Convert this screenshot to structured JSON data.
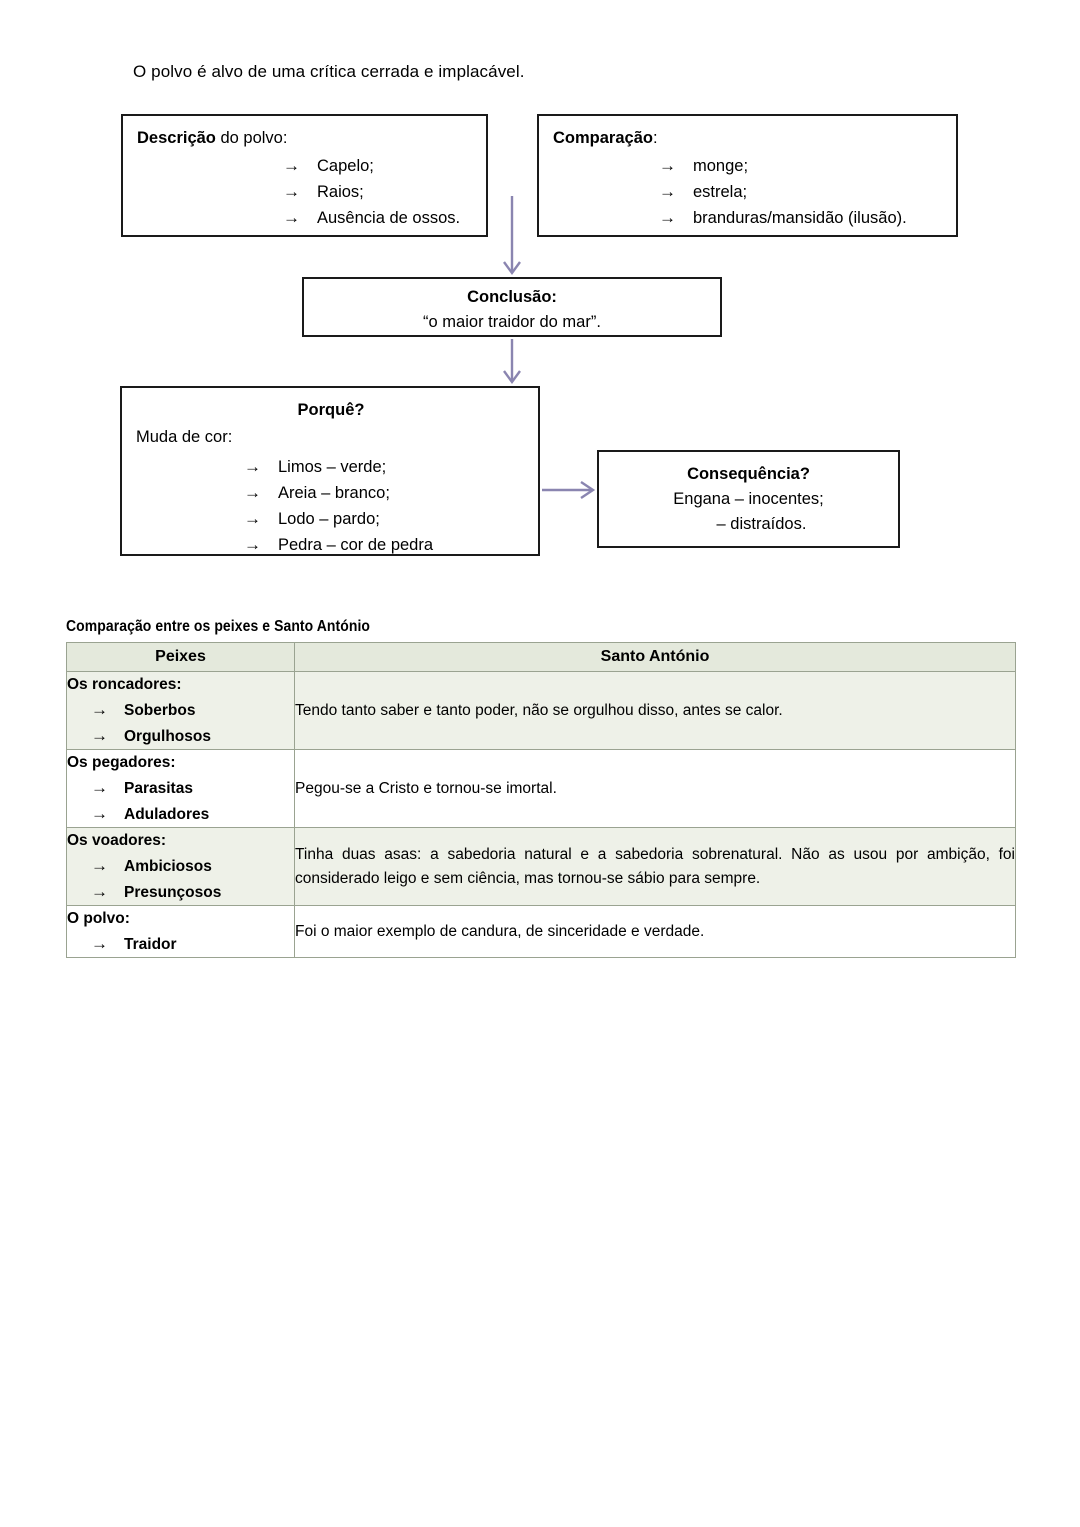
{
  "document": {
    "intro": "O polvo é alvo de uma crítica cerrada e implacável."
  },
  "flowchart": {
    "arrow_color": "#8a85b0",
    "box_border_color": "#1a1a1a",
    "boxes": {
      "descricao": {
        "head": "Descrição",
        "head_rest": " do polvo:",
        "items": [
          "Capelo;",
          "Raios;",
          "Ausência de ossos."
        ]
      },
      "comparacao": {
        "head": "Comparação",
        "head_rest": ":",
        "items": [
          "monge;",
          "estrela;",
          "branduras/mansidão (ilusão)."
        ]
      },
      "conclusao": {
        "head": "Conclusão:",
        "text": "“o maior traidor do mar”."
      },
      "porque": {
        "head": "Porquê?",
        "sub": "Muda de cor:",
        "items": [
          "Limos – verde;",
          "Areia – branco;",
          "Lodo – pardo;",
          "Pedra – cor de pedra"
        ]
      },
      "consequencia": {
        "head": "Consequência?",
        "line1": "Engana – inocentes;",
        "line2": "– distraídos."
      }
    },
    "arrow_glyph": "→"
  },
  "table_section": {
    "title": "Comparação entre os peixes e Santo António",
    "header_bg": "#e4e9dc",
    "columns": [
      "Peixes",
      "Santo António"
    ],
    "rows": [
      {
        "fish_title": "Os roncadores:",
        "fish_items": [
          "Soberbos",
          "Orgulhosos"
        ],
        "saint": "Tendo tanto saber e tanto poder, não se orgulhou disso, antes se calor.",
        "tinted": true,
        "justified": false
      },
      {
        "fish_title": "Os pegadores:",
        "fish_items": [
          "Parasitas",
          "Aduladores"
        ],
        "saint": "Pegou-se a Cristo e tornou-se imortal.",
        "tinted": false,
        "justified": false
      },
      {
        "fish_title": "Os voadores:",
        "fish_items": [
          "Ambiciosos",
          "Presunçosos"
        ],
        "saint": "Tinha duas asas: a sabedoria natural e a sabedoria sobrenatural. Não as usou por ambição, foi considerado leigo e sem ciência, mas tornou-se sábio para sempre.",
        "tinted": true,
        "justified": true
      },
      {
        "fish_title": "O polvo:",
        "fish_items": [
          "Traidor"
        ],
        "saint": "Foi o maior exemplo de candura, de sinceridade e verdade.",
        "tinted": false,
        "justified": false
      }
    ]
  }
}
